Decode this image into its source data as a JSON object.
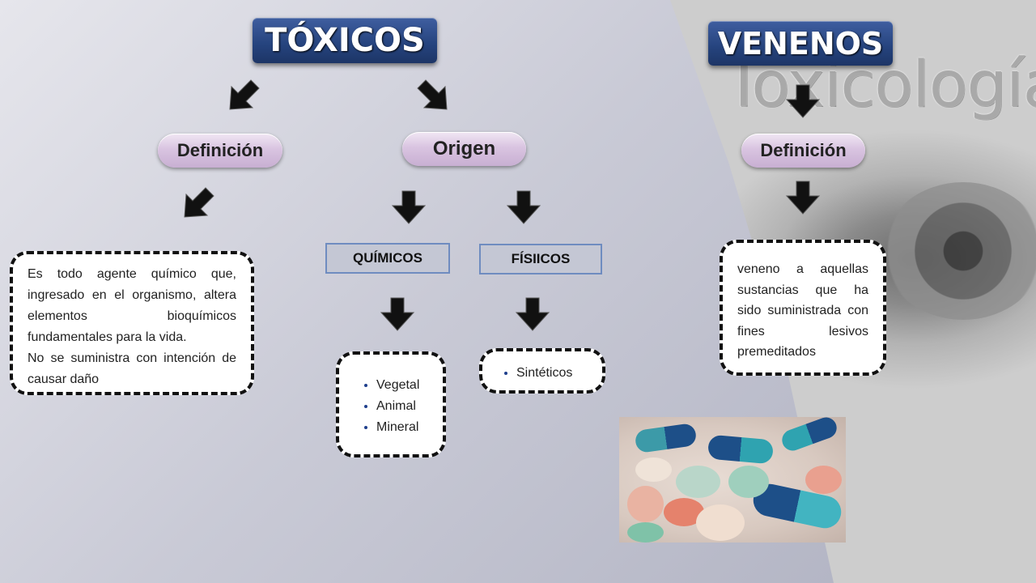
{
  "title_left": "TÓXICOS",
  "title_right": "VENENOS",
  "watermark": "Toxicología",
  "left_branch": {
    "label": "Definición",
    "text_p1": "Es todo agente químico que, ingresado en el organismo, altera elementos bioquímicos fundamentales para la vida.",
    "text_p2": "No se suministra con intención de causar daño"
  },
  "origin": {
    "label": "Origen",
    "chemical": {
      "label": "QUÍMICOS",
      "items": [
        "Vegetal",
        "Animal",
        "Mineral"
      ]
    },
    "physical": {
      "label": "FÍSIICOS",
      "items": [
        "Sintéticos"
      ]
    }
  },
  "right_branch": {
    "label": "Definición",
    "text": "veneno a aquellas sustancias que ha sido suministrada con fines lesivos premeditados"
  },
  "colors": {
    "title_bg": "#25437d",
    "pill_bg": "#d9c4e1",
    "label_bg": "#c4c7d4",
    "bullet": "#1f3f8c"
  }
}
